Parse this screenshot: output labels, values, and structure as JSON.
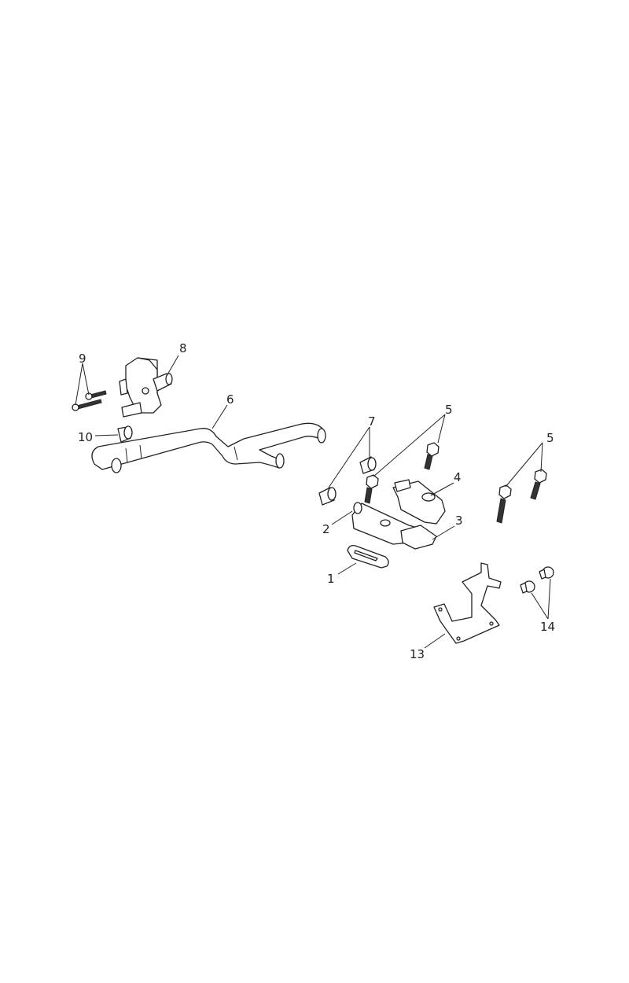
{
  "diagram": {
    "type": "exploded parts diagram",
    "callouts": [
      {
        "number": "1"
      },
      {
        "number": "2"
      },
      {
        "number": "3"
      },
      {
        "number": "4"
      },
      {
        "number": "5"
      },
      {
        "number": "5"
      },
      {
        "number": "6"
      },
      {
        "number": "7"
      },
      {
        "number": "8"
      },
      {
        "number": "9"
      },
      {
        "number": "10"
      },
      {
        "number": "13"
      },
      {
        "number": "14"
      }
    ]
  }
}
